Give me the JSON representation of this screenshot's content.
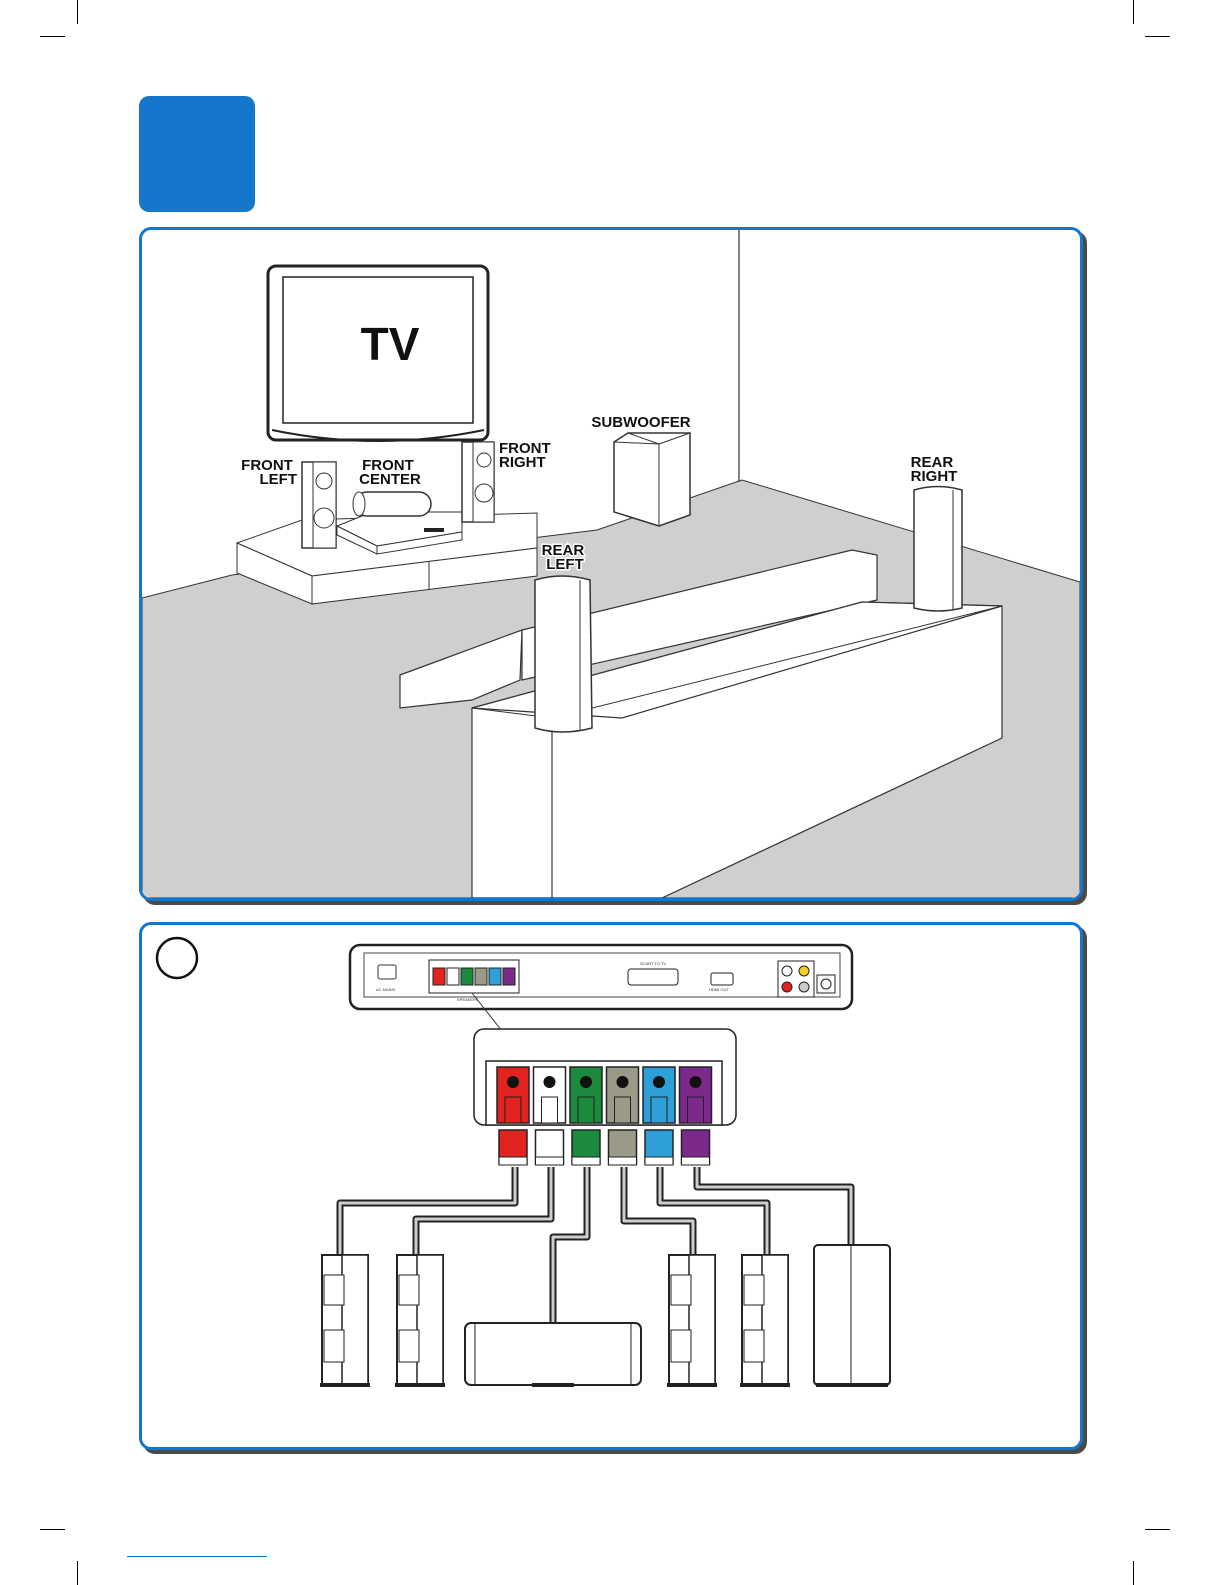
{
  "step": {
    "number": ""
  },
  "room": {
    "tv_label": "TV",
    "labels": {
      "front_left": [
        "FRONT",
        "LEFT"
      ],
      "front_center": [
        "FRONT",
        "CENTER"
      ],
      "front_right": [
        "FRONT",
        "RIGHT"
      ],
      "subwoofer": [
        "SUBWOOFER"
      ],
      "rear_left": [
        "REAR",
        "LEFT"
      ],
      "rear_right": [
        "REAR",
        "RIGHT"
      ]
    }
  },
  "wiring": {
    "substep_marker": "",
    "unit_small_text": {
      "ac_mains": "AC MAINS",
      "speakers_group": "SPEAKERS",
      "scart": "SCART TO TV",
      "hdmi": "HDMI OUT"
    },
    "connector_colors": [
      {
        "name": "red",
        "hex": "#e3231f"
      },
      {
        "name": "white",
        "hex": "#ffffff"
      },
      {
        "name": "green",
        "hex": "#1c8a3c"
      },
      {
        "name": "grey",
        "hex": "#9b9987"
      },
      {
        "name": "blue",
        "hex": "#2f9fd8"
      },
      {
        "name": "purple",
        "hex": "#7b2a8c"
      }
    ]
  },
  "colors": {
    "accent": "#1477cc",
    "floor": "#cfcfcf",
    "shadow": "#4a4a4a"
  }
}
